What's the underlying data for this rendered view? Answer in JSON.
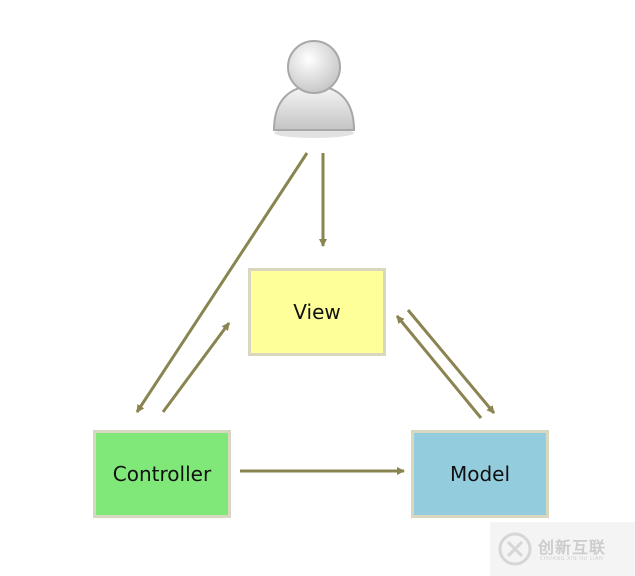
{
  "diagram": {
    "nodes": {
      "view": {
        "label": "View",
        "color": "#ffff99"
      },
      "controller": {
        "label": "Controller",
        "color": "#80e878"
      },
      "model": {
        "label": "Model",
        "color": "#93ccdc"
      }
    },
    "edges": [
      {
        "from": "user",
        "to": "view"
      },
      {
        "from": "user",
        "to": "controller"
      },
      {
        "from": "controller",
        "to": "view"
      },
      {
        "from": "controller",
        "to": "model"
      },
      {
        "from": "model",
        "to": "view"
      },
      {
        "from": "view",
        "to": "model"
      }
    ],
    "arrow_color": "#8a8450",
    "user_icon": "user-icon"
  },
  "watermark": {
    "logo_icon": "chuangxin-logo-icon",
    "name": "创新互联",
    "subtitle": "CHUANG XIN HU LIAN"
  }
}
